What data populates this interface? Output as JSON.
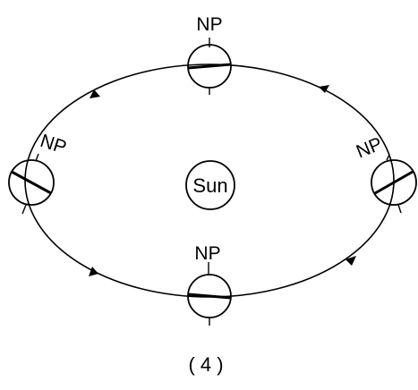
{
  "diagram": {
    "center_label": "Sun",
    "pole_labels": [
      "NP",
      "NP",
      "NP",
      "NP"
    ],
    "caption": "( 4 )"
  },
  "colors": {
    "stroke": "#000000",
    "background": "#ffffff"
  }
}
